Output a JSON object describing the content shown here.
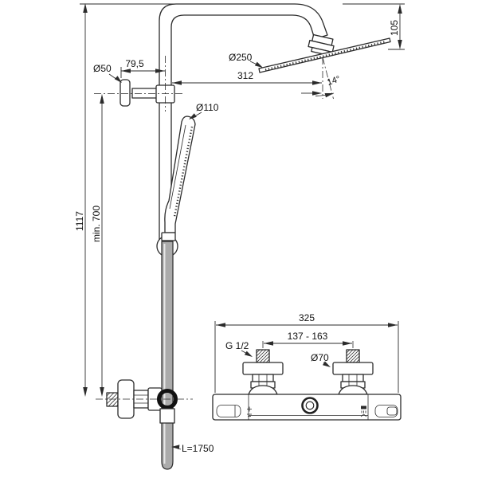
{
  "page": {
    "background": "#ffffff",
    "line_color": "#2b2b2b",
    "hose_color": "#ababab",
    "drawing_type": "shower-system-dimensional-drawing"
  },
  "labels": {
    "overall_height": "1117",
    "min_mounting_height": "min. 700",
    "wall_bracket_diameter": "Ø50",
    "wall_offset": "79,5",
    "rain_head_diameter": "Ø250",
    "rain_head_reach": "312",
    "rain_head_drop": "105",
    "rain_head_angle": "14°",
    "hand_shower_diameter": "Ø110",
    "hose_length": "L=1750",
    "mixer_overall_width": "325",
    "mixer_connection_spacing": "137 - 163",
    "mixer_thread_size": "G 1/2",
    "mixer_escutcheon_diameter": "Ø70"
  }
}
